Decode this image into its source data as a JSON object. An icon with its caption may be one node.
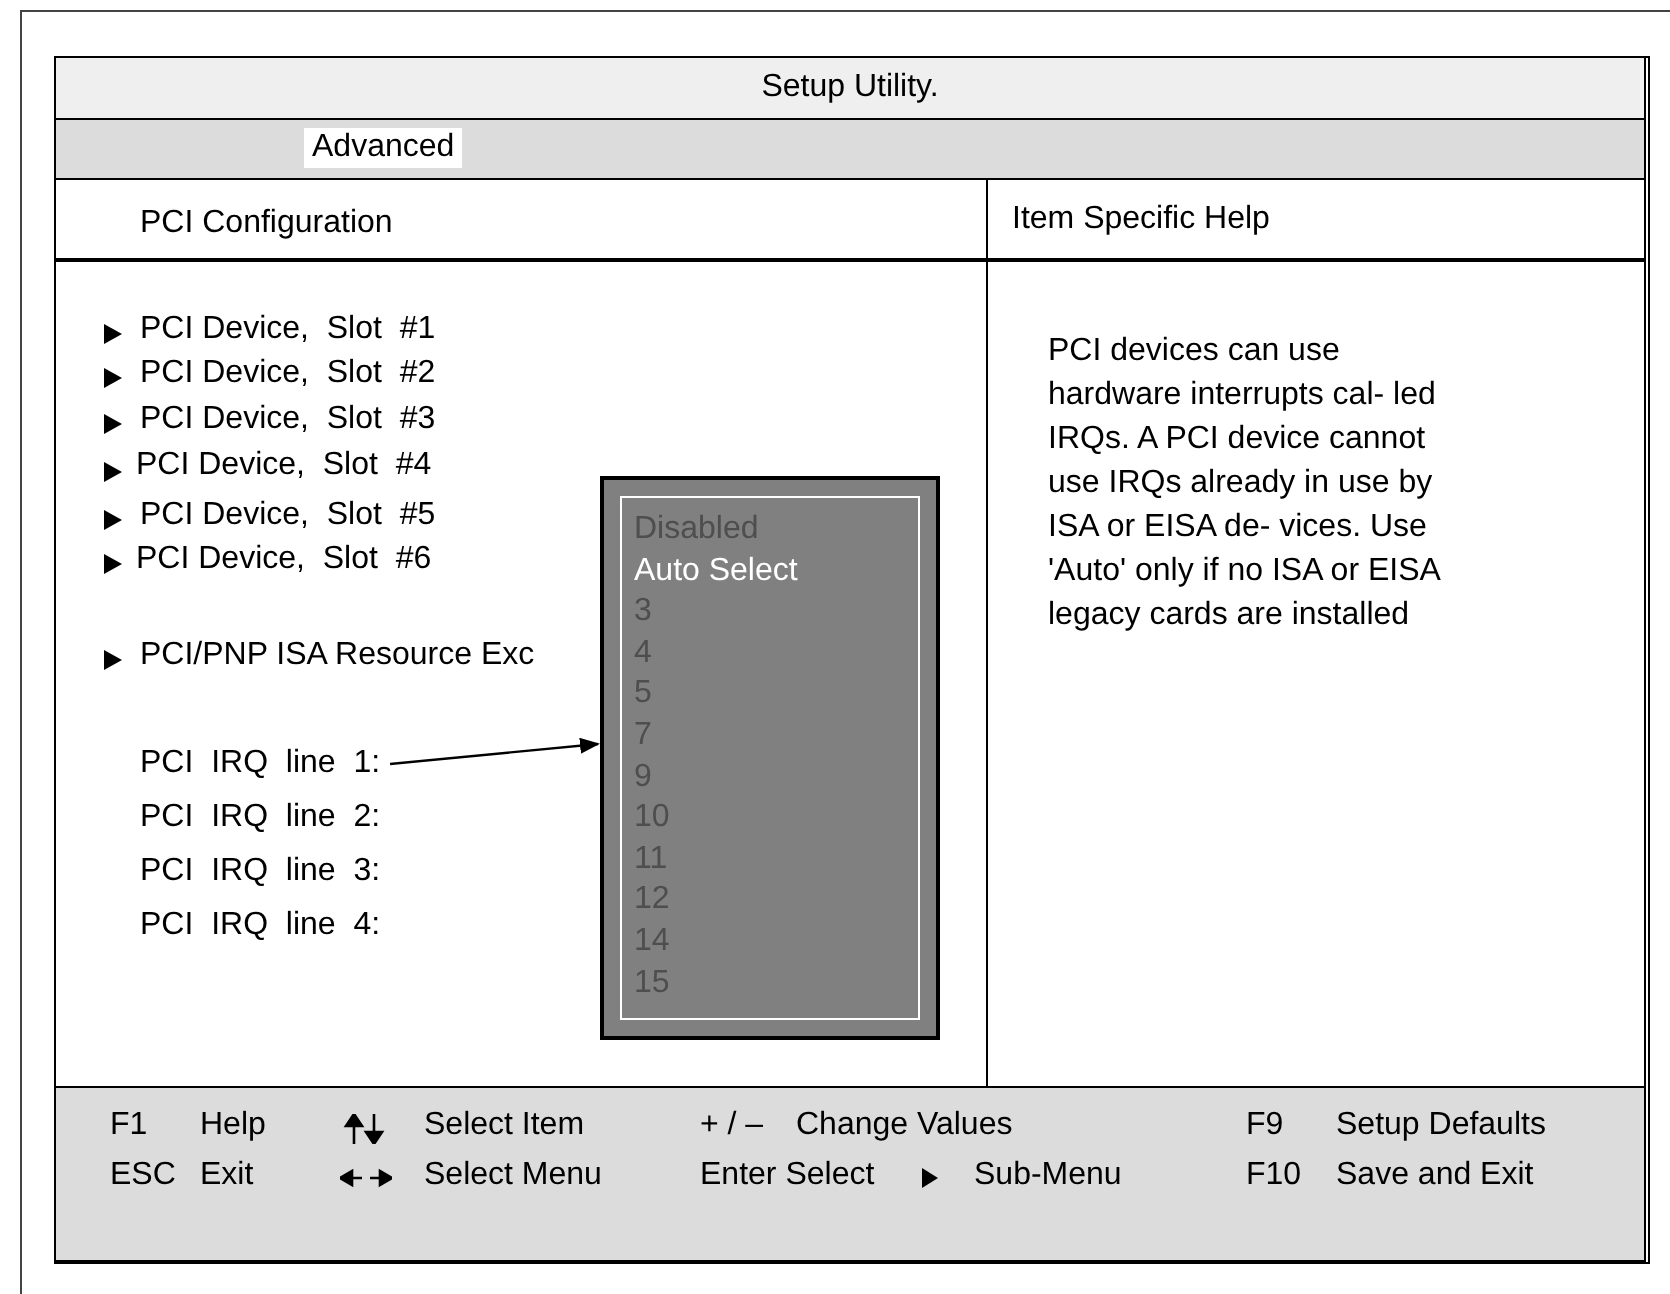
{
  "diagram": {
    "title": "Setup Utility.",
    "nodes": [
      {
        "text": [
          "PCI  IRQ  line  1:"
        ]
      },
      {
        "text": [
          "Disabled",
          "Auto Select",
          "3",
          "4",
          "5",
          "7",
          "9",
          "10",
          "11",
          "12",
          "14",
          "15"
        ]
      }
    ],
    "edges": [
      {
        "from": 0,
        "to": 1,
        "arrow": "to"
      }
    ],
    "labels": [
      "Advanced",
      "PCI Configuration",
      "Item Specific Help",
      "PCI Device,  Slot  #1",
      "PCI Device,  Slot  #2",
      "PCI Device,  Slot  #3",
      "PCI Device,  Slot  #4",
      "PCI Device,  Slot  #5",
      "PCI Device,  Slot  #6",
      "PCI/PNP ISA Resource Exc",
      "PCI  IRQ  line  2:",
      "PCI  IRQ  line  3:",
      "PCI  IRQ  line  4:",
      "PCI devices can use hardware interrupts cal- led IRQs. A PCI device cannot use IRQs already in use by ISA or EISA de- vices. Use 'Auto' only if no ISA or EISA legacy cards are installed",
      "F1",
      "Help",
      "Select Item",
      "+ / –",
      "Change Values",
      "F9",
      "Setup Defaults",
      "ESC",
      "Exit",
      "Select Menu",
      "Enter Select",
      "Sub-Menu",
      "F10",
      "Save and Exit"
    ]
  }
}
